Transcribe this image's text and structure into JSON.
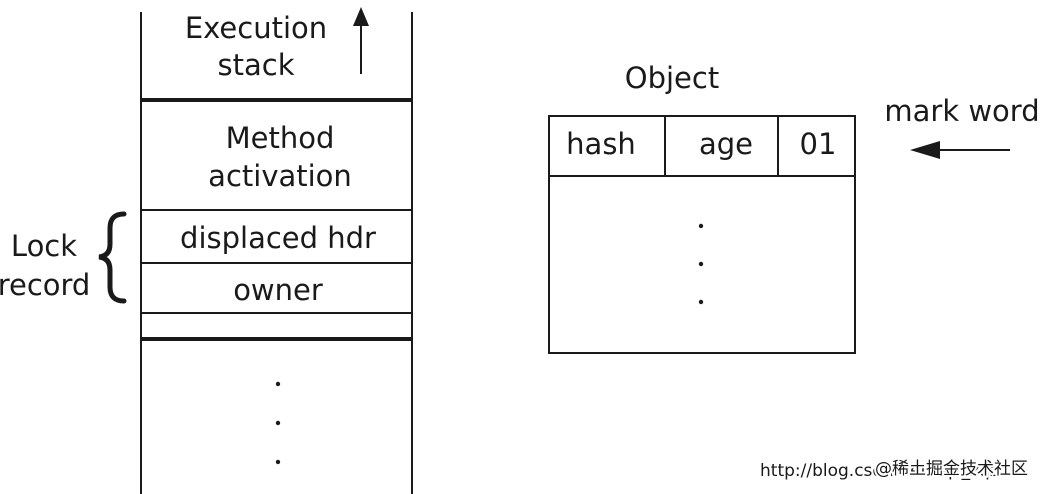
{
  "stack": {
    "title_line1": "Execution",
    "title_line2": "stack",
    "method_line1": "Method",
    "method_line2": "activation",
    "displaced_hdr": "displaced hdr",
    "owner": "owner",
    "lock_record_line1": "Lock",
    "lock_record_line2": "record",
    "ellipsis": "·  ·  ·"
  },
  "object": {
    "title": "Object",
    "hash": "hash",
    "age": "age",
    "lock_bits": "01",
    "mark_word_label": "mark word"
  },
  "watermark": {
    "url_text": "http://blog.csdn.net/zqz_zqz",
    "site_text": "@稀土掘金技术社区"
  },
  "colors": {
    "line": "#1a1a1a",
    "text": "#1a1a1a",
    "watermark": "#c8c8c8"
  }
}
